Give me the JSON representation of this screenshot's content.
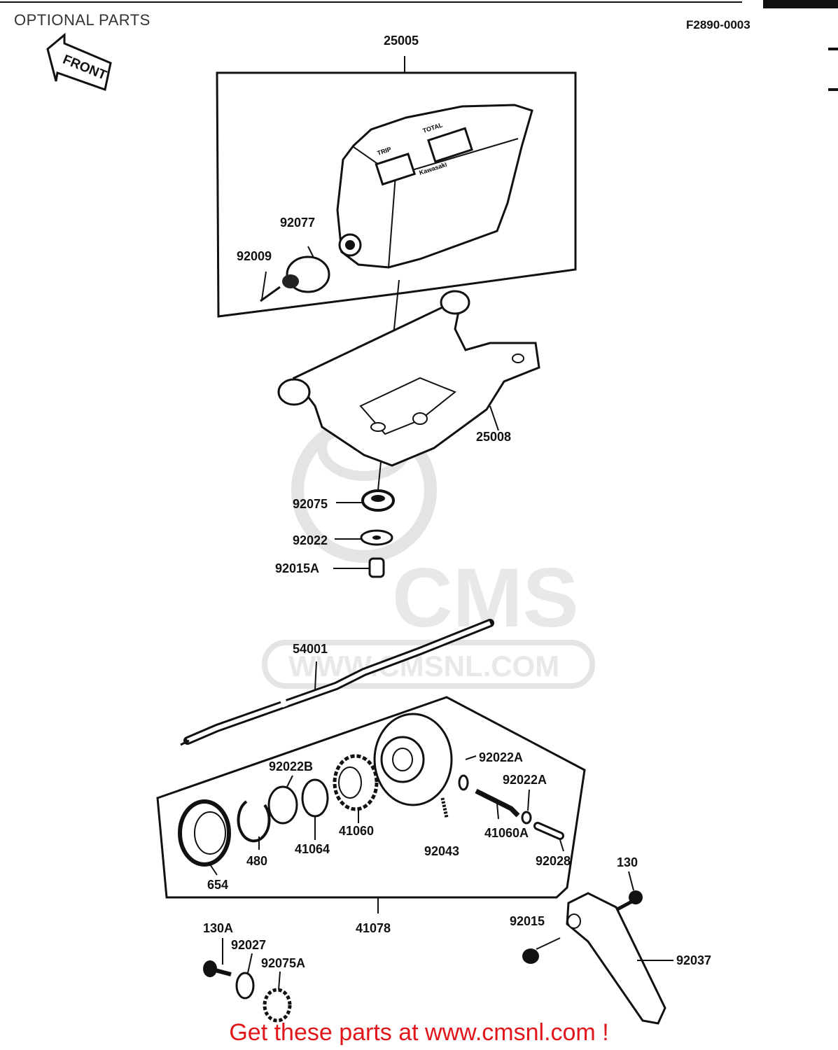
{
  "header": {
    "title": "OPTIONAL PARTS",
    "figure_code": "F2890-0003"
  },
  "front_arrow": {
    "label": "FRONT"
  },
  "watermark": {
    "logo": "CMS",
    "site": "WWW.CMSNL.COM"
  },
  "meter": {
    "trip_label": "TRIP",
    "total_label": "TOTAL",
    "brand": "Kawasaki"
  },
  "parts": [
    {
      "id": "25005"
    },
    {
      "id": "92077"
    },
    {
      "id": "92009"
    },
    {
      "id": "25008"
    },
    {
      "id": "92075"
    },
    {
      "id": "92022"
    },
    {
      "id": "92015A"
    },
    {
      "id": "54001"
    },
    {
      "id": "92022B"
    },
    {
      "id": "92022A"
    },
    {
      "id": "92022A"
    },
    {
      "id": "41060"
    },
    {
      "id": "41060A"
    },
    {
      "id": "92043"
    },
    {
      "id": "41064"
    },
    {
      "id": "480"
    },
    {
      "id": "654"
    },
    {
      "id": "92028"
    },
    {
      "id": "130"
    },
    {
      "id": "41078"
    },
    {
      "id": "92015"
    },
    {
      "id": "92037"
    },
    {
      "id": "130A"
    },
    {
      "id": "92027"
    },
    {
      "id": "92075A"
    }
  ],
  "footer": {
    "text": "Get these parts at www.cmsnl.com !"
  },
  "colors": {
    "footer_text": "#e0161b",
    "line_art": "#111111",
    "watermark": "#d9d9d9"
  }
}
